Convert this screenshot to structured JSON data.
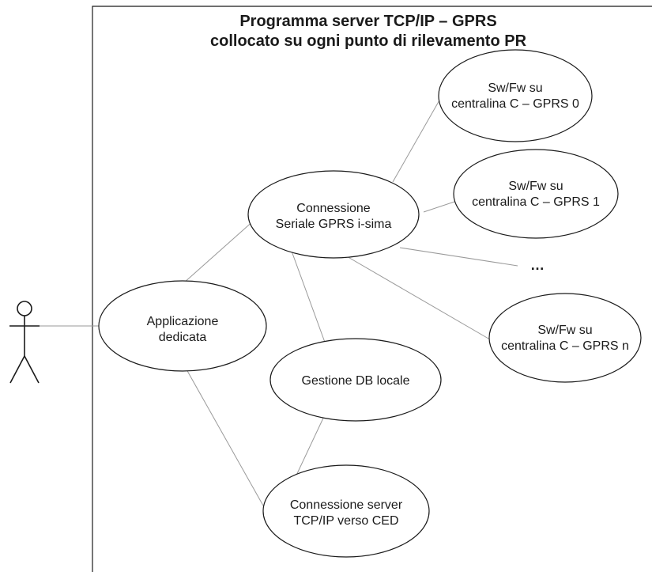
{
  "system": {
    "title_line1": "Programma server TCP/IP – GPRS",
    "title_line2": "collocato su ogni punto di rilevamento PR"
  },
  "use_cases": {
    "applicazione": {
      "line1": "Applicazione",
      "line2": "dedicata"
    },
    "connessione_seriale": {
      "line1": "Connessione",
      "line2": "Seriale GPRS i-sima"
    },
    "gestione_db": {
      "line1": "Gestione DB locale"
    },
    "connessione_server": {
      "line1": "Connessione server",
      "line2": "TCP/IP verso CED"
    },
    "gprs0": {
      "line1": "Sw/Fw su",
      "line2": "centralina C – GPRS 0"
    },
    "gprs1": {
      "line1": "Sw/Fw su",
      "line2": "centralina C – GPRS 1"
    },
    "gprsn": {
      "line1": "Sw/Fw su",
      "line2": "centralina C – GPRS n"
    }
  },
  "ellipsis": "…"
}
